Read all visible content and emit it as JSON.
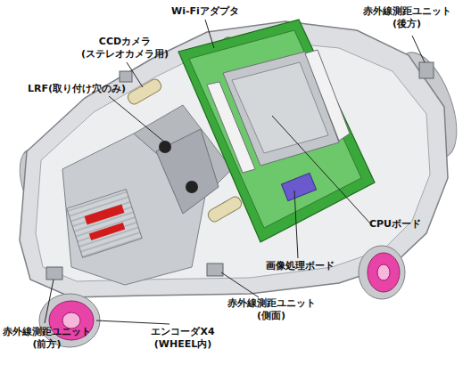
{
  "diagram": {
    "labels": [
      "Wi-Fiアダプタ",
      "赤外線測距ユニット (後方)",
      "CCDカメラ (ステレオカメラ用)",
      "LRF(取り付け穴のみ)",
      "CPUボード",
      "画像処理ボード",
      "赤外線測距ユニット (側面)",
      "赤外線測距ユニット (前方)",
      "エンコーダX4 (WHEEL内)"
    ]
  }
}
